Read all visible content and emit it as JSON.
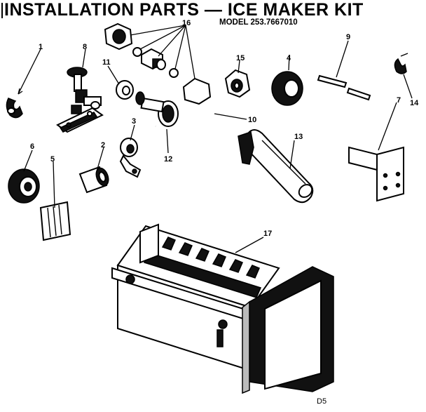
{
  "header": {
    "title": "INSTALLATION PARTS — ICE MAKER KIT",
    "model": "MODEL 253.7667010"
  },
  "footer": {
    "code": "D5"
  },
  "callouts": [
    "1",
    "2",
    "3",
    "4",
    "5",
    "6",
    "7",
    "8",
    "9",
    "10",
    "11",
    "12",
    "13",
    "14",
    "15",
    "16",
    "17"
  ]
}
